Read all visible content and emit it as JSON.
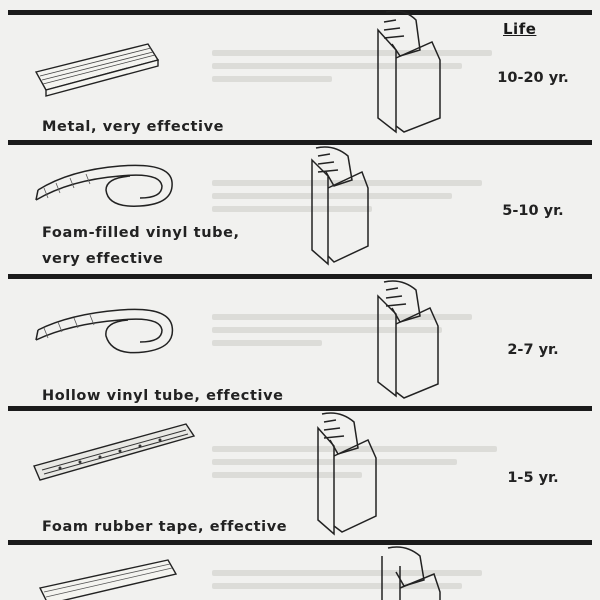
{
  "header": {
    "life_label": "Life"
  },
  "rows": [
    {
      "label": "Metal, very effective",
      "life": "10-20 yr.",
      "strip_icon": "metal-strip-icon",
      "profile_icon": "door-jamb-profile-icon"
    },
    {
      "label_lines": [
        "Foam-filled vinyl tube,",
        "very effective"
      ],
      "life": "5-10 yr.",
      "strip_icon": "foam-filled-vinyl-tube-roll-icon",
      "profile_icon": "door-jamb-profile-icon"
    },
    {
      "label": "Hollow vinyl tube, effective",
      "life": "2-7 yr.",
      "strip_icon": "hollow-vinyl-tube-roll-icon",
      "profile_icon": "door-jamb-profile-icon"
    },
    {
      "label": "Foam rubber tape, effective",
      "life": "1-5 yr.",
      "strip_icon": "foam-rubber-tape-icon",
      "profile_icon": "door-jamb-profile-icon"
    },
    {
      "label": "",
      "life": "",
      "strip_icon": "wood-strip-icon",
      "profile_icon": "door-jamb-profile-icon"
    }
  ]
}
